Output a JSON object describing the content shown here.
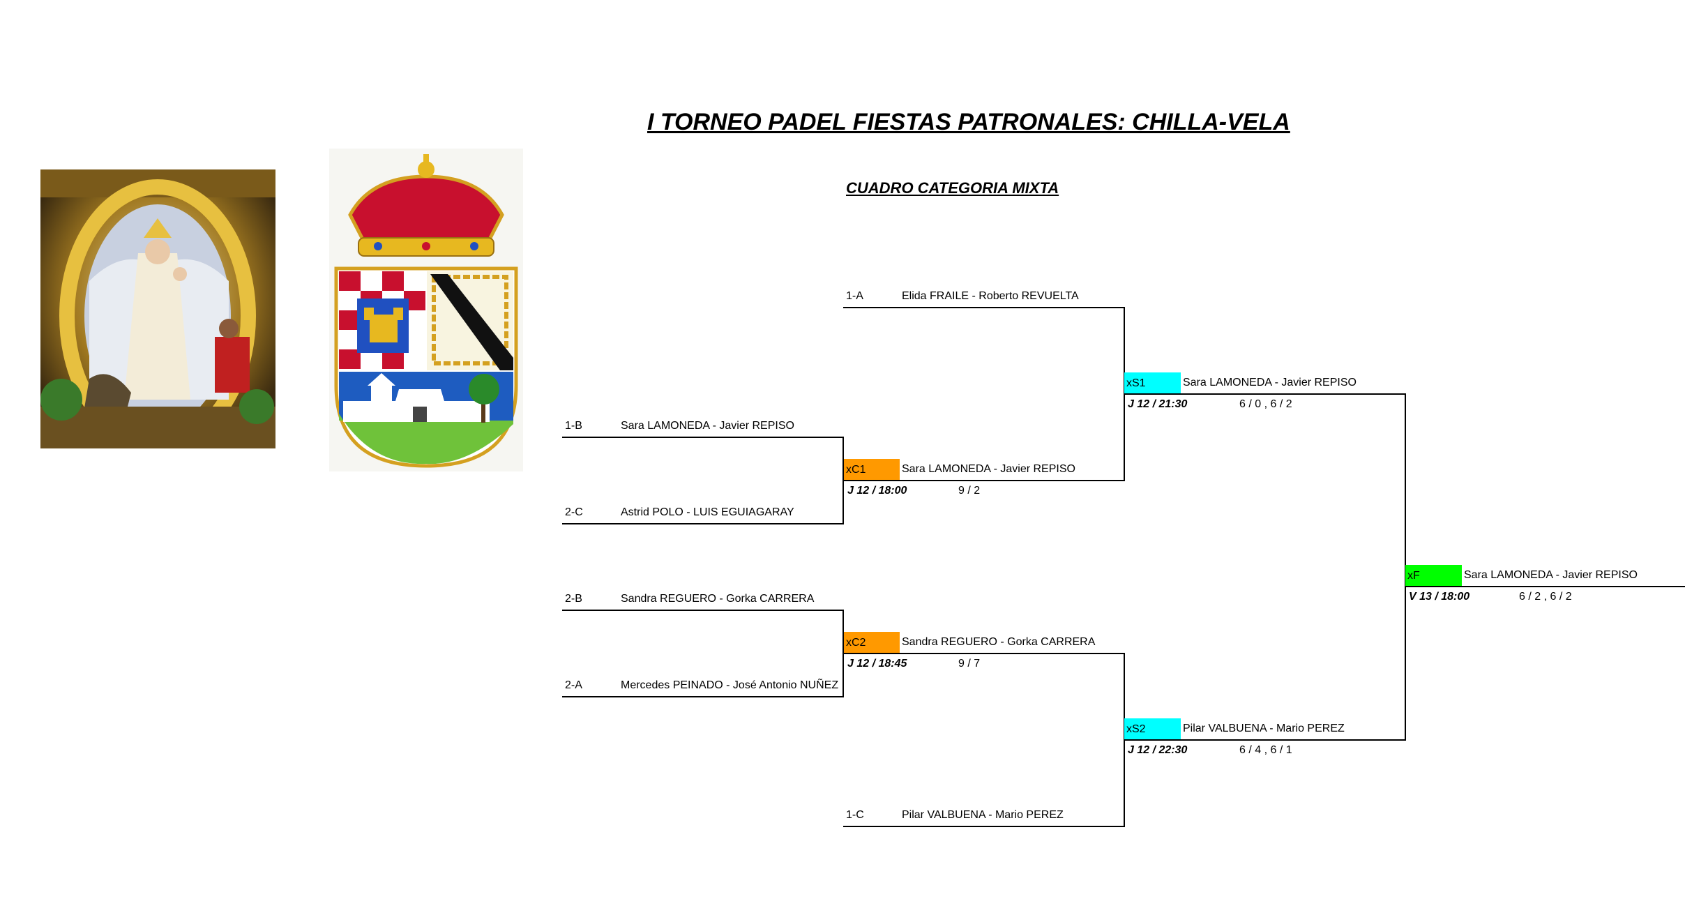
{
  "title": "I TORNEO PADEL FIESTAS PATRONALES: CHILLA-VELA",
  "subtitle": "CUADRO CATEGORIA MIXTA",
  "colors": {
    "quarter": "#ff9900",
    "semi": "#00ffff",
    "final": "#00ff00"
  },
  "icons": {
    "left_image": "virgin-shrine-image",
    "right_image": "coat-of-arms-image"
  },
  "round1": [
    {
      "seed": "1-B",
      "pair": "Sara LAMONEDA - Javier REPISO"
    },
    {
      "seed": "2-C",
      "pair": "Astrid POLO - LUIS EGUIAGARAY"
    },
    {
      "seed": "2-B",
      "pair": "Sandra REGUERO - Gorka CARRERA"
    },
    {
      "seed": "2-A",
      "pair": "Mercedes PEINADO - José Antonio NUÑEZ"
    }
  ],
  "byes": [
    {
      "seed": "1-A",
      "pair": "Elida FRAILE - Roberto REVUELTA"
    },
    {
      "seed": "1-C",
      "pair": "Pilar VALBUENA - Mario PEREZ"
    }
  ],
  "quarters": [
    {
      "tag": "xC1",
      "winner": "Sara LAMONEDA - Javier REPISO",
      "schedule": "J  12 / 18:00",
      "score": "9 / 2"
    },
    {
      "tag": "xC2",
      "winner": "Sandra REGUERO - Gorka CARRERA",
      "schedule": "J  12 / 18:45",
      "score": "9 / 7"
    }
  ],
  "semis": [
    {
      "tag": "xS1",
      "winner": "Sara LAMONEDA - Javier REPISO",
      "schedule": "J  12 / 21:30",
      "score": "6 / 0 , 6 / 2"
    },
    {
      "tag": "xS2",
      "winner": "Pilar VALBUENA - Mario PEREZ",
      "schedule": "J  12 / 22:30",
      "score": "6 / 4 , 6 / 1"
    }
  ],
  "final": {
    "tag": "xF",
    "winner": "Sara LAMONEDA - Javier REPISO",
    "schedule": "V 13 / 18:00",
    "score": "6 / 2 , 6 / 2"
  }
}
